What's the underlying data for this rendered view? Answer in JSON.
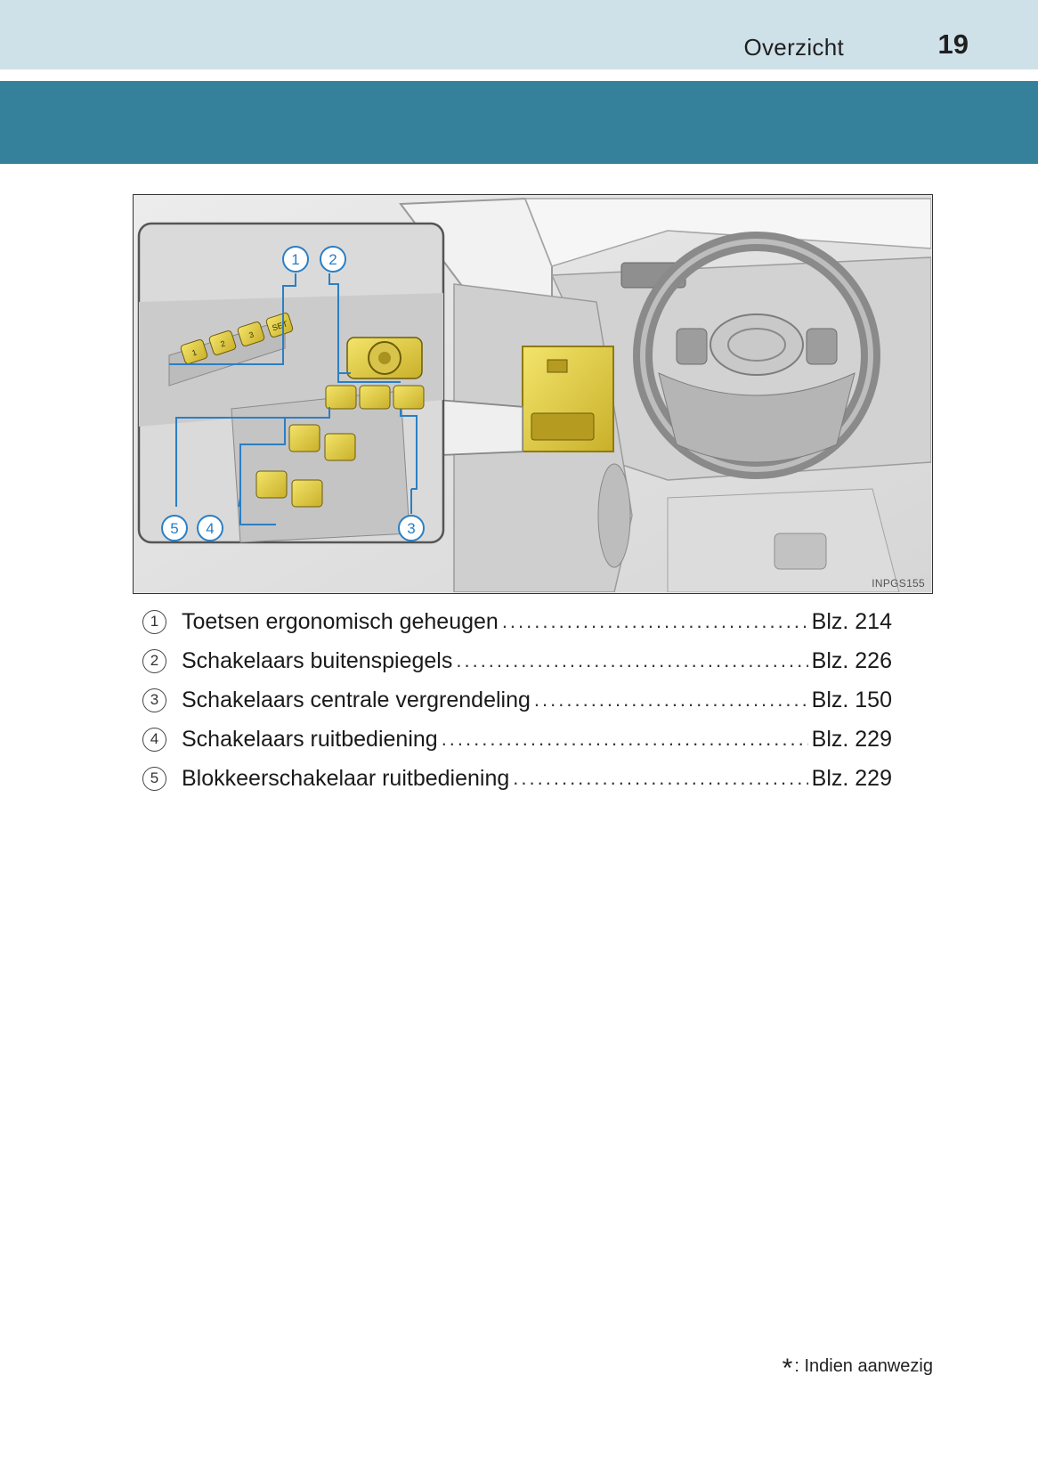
{
  "header": {
    "section_title": "Overzicht",
    "page_number": "19"
  },
  "figure": {
    "code": "INPGS155",
    "callouts": [
      "1",
      "2",
      "3",
      "4",
      "5"
    ],
    "button_labels": [
      "SET",
      "3",
      "2",
      "1"
    ],
    "colors": {
      "highlight": "#e8d43a",
      "line": "#2a7fc4",
      "panel": "#d9d9d9",
      "background": "#e8e8e8"
    }
  },
  "legend": {
    "items": [
      {
        "num": "1",
        "text": "Toetsen ergonomisch geheugen",
        "page": "Blz. 214"
      },
      {
        "num": "2",
        "text": "Schakelaars buitenspiegels",
        "page": "Blz. 226"
      },
      {
        "num": "3",
        "text": "Schakelaars centrale vergrendeling",
        "page": "Blz. 150"
      },
      {
        "num": "4",
        "text": "Schakelaars ruitbediening",
        "page": "Blz. 229"
      },
      {
        "num": "5",
        "text": "Blokkeerschakelaar ruitbediening",
        "page": "Blz. 229"
      }
    ]
  },
  "footnote": {
    "star": "*",
    "text": ": Indien aanwezig"
  }
}
